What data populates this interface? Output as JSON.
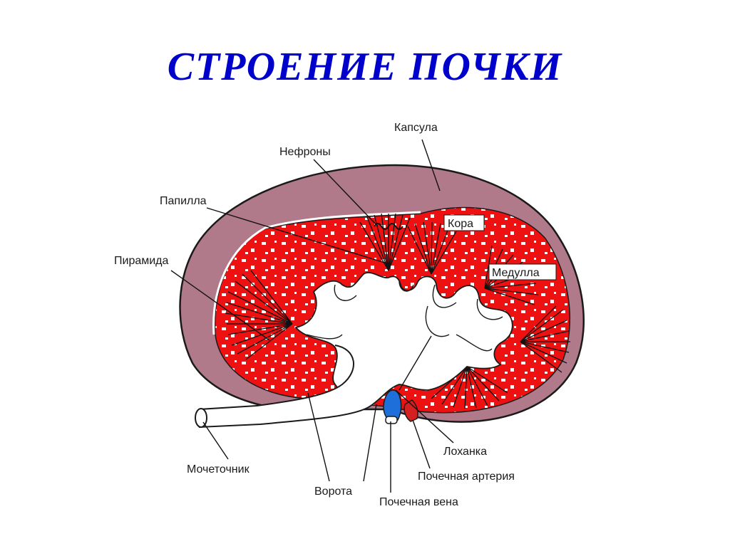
{
  "title": "СТРОЕНИЕ ПОЧКИ",
  "colors": {
    "title": "#0000cc",
    "capsule": "#b07a8a",
    "cortex": "#ee1111",
    "pelvis": "#ffffff",
    "vein": "#1e6fd9",
    "artery": "#d42020",
    "outline": "#1a1a1a"
  },
  "labels": {
    "capsule": "Капсула",
    "nephrons": "Нефроны",
    "papilla": "Папилла",
    "pyramid": "Пирамида",
    "cortex": "Кора",
    "medulla": "Медулла",
    "pelvis": "Лоханка",
    "renal_artery": "Почечная артерия",
    "renal_vein": "Почечная вена",
    "hilum": "Ворота",
    "ureter": "Мочеточник"
  }
}
